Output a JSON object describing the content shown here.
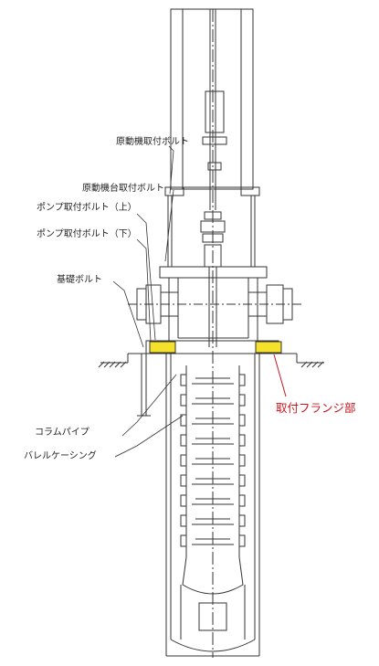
{
  "labels": {
    "motor_bolt": "原動機取付ボルト",
    "motor_base_bolt": "原動機台取付ボルト",
    "pump_bolt_upper": "ポンプ取付ボルト（上）",
    "pump_bolt_lower": "ポンプ取付ボルト（下）",
    "foundation_bolt": "基礎ボルト",
    "mounting_flange": "取付フランジ部",
    "column_pipe": "コラムパイプ",
    "barrel_casing": "バレルケーシング"
  },
  "colors": {
    "line": "#333333",
    "highlight_fill": "#f5e12a",
    "annotation_red": "#c8161d"
  }
}
